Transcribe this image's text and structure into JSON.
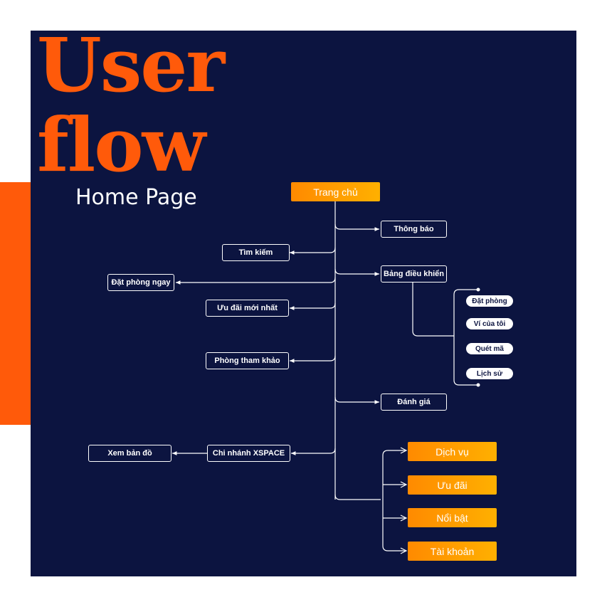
{
  "title": {
    "line1": "User",
    "line2": "flow",
    "subtitle": "Home Page"
  },
  "colors": {
    "background": "#0c1440",
    "accent": "#ff5a0a",
    "node_orange": "#ff9800",
    "line": "#ffffff"
  },
  "nodes": {
    "root": "Trang chủ",
    "thong_bao": "Thông báo",
    "tim_kiem": "Tìm kiếm",
    "bang_dieu_khien": "Bảng điều khiển",
    "dat_phong_ngay": "Đặt phòng ngay",
    "uu_dai_moi_nhat": "Ưu đãi mới nhất",
    "phong_tham_khao": "Phòng tham khảo",
    "danh_gia": "Đánh giá",
    "xem_ban_do": "Xem bản đồ",
    "chi_nhanh": "Chi nhánh XSPACE",
    "sub_dat_phong": "Đặt phòng",
    "sub_vi": "Ví của tôi",
    "sub_quet_ma": "Quét mã",
    "sub_lich_su": "Lịch sử",
    "dich_vu": "Dịch vụ",
    "uu_dai": "Ưu đãi",
    "noi_bat": "Nổi bật",
    "tai_khoan": "Tài khoản"
  }
}
